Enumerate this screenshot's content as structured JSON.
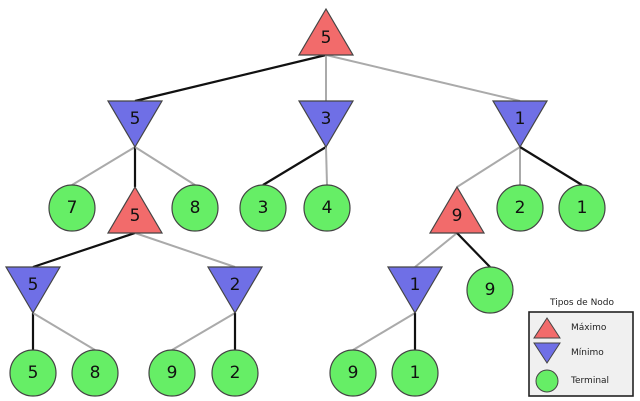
{
  "colors": {
    "max": "#f26b6b",
    "min": "#6f6fe6",
    "terminal": "#66ee66",
    "stroke": "#444444",
    "edge_best": "#111111",
    "edge_other": "#aaaaaa",
    "legend_bg": "#f0f0f0"
  },
  "nodes": [
    {
      "id": "n0",
      "type": "max",
      "label": "5"
    },
    {
      "id": "n1",
      "type": "min",
      "label": "5"
    },
    {
      "id": "n2",
      "type": "min",
      "label": "3"
    },
    {
      "id": "n3",
      "type": "min",
      "label": "1"
    },
    {
      "id": "n4",
      "type": "terminal",
      "label": "7"
    },
    {
      "id": "n5",
      "type": "max",
      "label": "5"
    },
    {
      "id": "n6",
      "type": "terminal",
      "label": "8"
    },
    {
      "id": "n7",
      "type": "terminal",
      "label": "3"
    },
    {
      "id": "n8",
      "type": "terminal",
      "label": "4"
    },
    {
      "id": "n9",
      "type": "max",
      "label": "9"
    },
    {
      "id": "n10",
      "type": "terminal",
      "label": "2"
    },
    {
      "id": "n11",
      "type": "terminal",
      "label": "1"
    },
    {
      "id": "n12",
      "type": "min",
      "label": "5"
    },
    {
      "id": "n13",
      "type": "min",
      "label": "2"
    },
    {
      "id": "n14",
      "type": "min",
      "label": "1"
    },
    {
      "id": "n15",
      "type": "terminal",
      "label": "9"
    },
    {
      "id": "n16",
      "type": "terminal",
      "label": "5"
    },
    {
      "id": "n17",
      "type": "terminal",
      "label": "8"
    },
    {
      "id": "n18",
      "type": "terminal",
      "label": "9"
    },
    {
      "id": "n19",
      "type": "terminal",
      "label": "2"
    },
    {
      "id": "n20",
      "type": "terminal",
      "label": "9"
    },
    {
      "id": "n21",
      "type": "terminal",
      "label": "1"
    }
  ],
  "edges": [
    {
      "from": "n0",
      "to": "n1",
      "best": true
    },
    {
      "from": "n0",
      "to": "n2",
      "best": false
    },
    {
      "from": "n0",
      "to": "n3",
      "best": false
    },
    {
      "from": "n1",
      "to": "n4",
      "best": false
    },
    {
      "from": "n1",
      "to": "n5",
      "best": true
    },
    {
      "from": "n1",
      "to": "n6",
      "best": false
    },
    {
      "from": "n2",
      "to": "n7",
      "best": true
    },
    {
      "from": "n2",
      "to": "n8",
      "best": false
    },
    {
      "from": "n3",
      "to": "n9",
      "best": false
    },
    {
      "from": "n3",
      "to": "n10",
      "best": false
    },
    {
      "from": "n3",
      "to": "n11",
      "best": true
    },
    {
      "from": "n5",
      "to": "n12",
      "best": true
    },
    {
      "from": "n5",
      "to": "n13",
      "best": false
    },
    {
      "from": "n9",
      "to": "n14",
      "best": false
    },
    {
      "from": "n9",
      "to": "n15",
      "best": true
    },
    {
      "from": "n12",
      "to": "n16",
      "best": true
    },
    {
      "from": "n12",
      "to": "n17",
      "best": false
    },
    {
      "from": "n13",
      "to": "n18",
      "best": false
    },
    {
      "from": "n13",
      "to": "n19",
      "best": true
    },
    {
      "from": "n14",
      "to": "n20",
      "best": false
    },
    {
      "from": "n14",
      "to": "n21",
      "best": true
    }
  ],
  "legend": {
    "title": "Tipos de Nodo",
    "items": [
      {
        "type": "max",
        "label": "Máximo"
      },
      {
        "type": "min",
        "label": "Mínimo"
      },
      {
        "type": "terminal",
        "label": "Terminal"
      }
    ]
  }
}
